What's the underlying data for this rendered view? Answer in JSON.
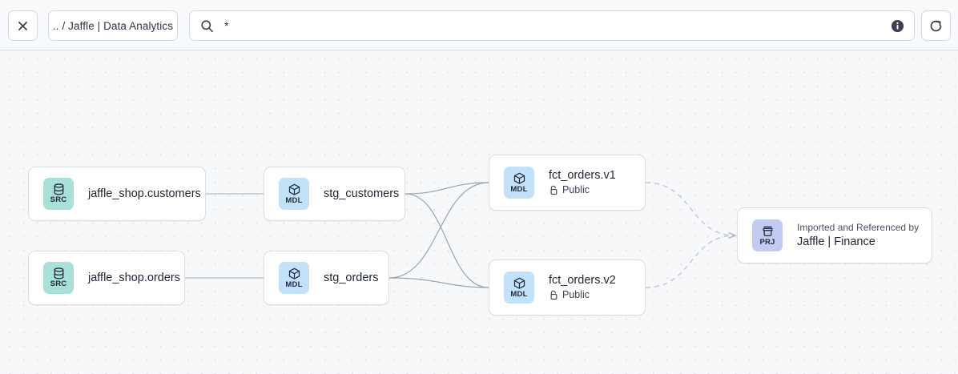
{
  "toolbar": {
    "close_icon": "close-icon",
    "breadcrumb": ".. / Jaffle | Data Analytics",
    "search": {
      "icon": "search-icon",
      "value": "*",
      "placeholder": "Search",
      "info_icon": "info-icon"
    },
    "refresh_icon": "refresh-icon"
  },
  "canvas": {
    "nodes": [
      {
        "id": "jaffle_shop.customers",
        "badge": "SRC",
        "badge_icon": "database-icon",
        "badge_color": "#a9e1d8",
        "title": "jaffle_shop.customers"
      },
      {
        "id": "jaffle_shop.orders",
        "badge": "SRC",
        "badge_icon": "database-icon",
        "badge_color": "#a9e1d8",
        "title": "jaffle_shop.orders"
      },
      {
        "id": "stg_customers",
        "badge": "MDL",
        "badge_icon": "cube-icon",
        "badge_color": "#c2e2fb",
        "title": "stg_customers"
      },
      {
        "id": "stg_orders",
        "badge": "MDL",
        "badge_icon": "cube-icon",
        "badge_color": "#c2e2fb",
        "title": "stg_orders"
      },
      {
        "id": "fct_orders.v1",
        "badge": "MDL",
        "badge_icon": "cube-icon",
        "badge_color": "#c2e2fb",
        "title": "fct_orders.v1",
        "access_icon": "unlock-icon",
        "access": "Public"
      },
      {
        "id": "fct_orders.v2",
        "badge": "MDL",
        "badge_icon": "cube-icon",
        "badge_color": "#c2e2fb",
        "title": "fct_orders.v2",
        "access_icon": "unlock-icon",
        "access": "Public"
      },
      {
        "id": "jaffle_finance",
        "badge": "PRJ",
        "badge_icon": "project-icon",
        "badge_color": "#c4cbf2",
        "kicker": "Imported and Referenced by",
        "title": "Jaffle | Finance"
      }
    ],
    "edge_color": "#9ba3b0",
    "background": "#f7f8fa",
    "dot_color": "#dfe2e8"
  }
}
